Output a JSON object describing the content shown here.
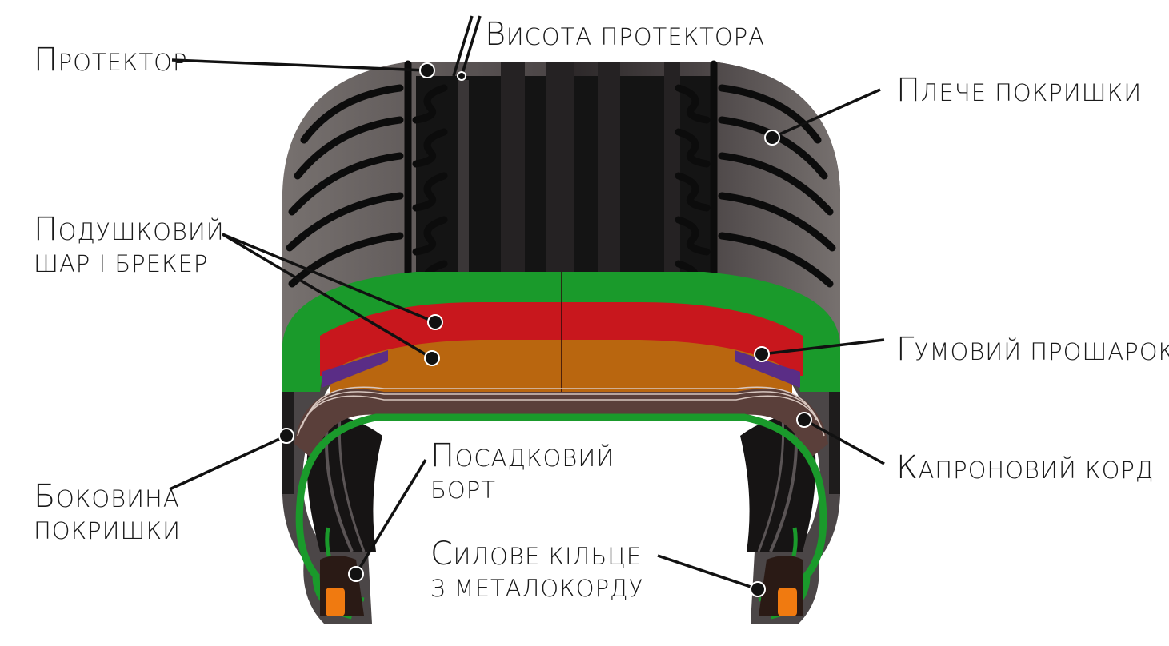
{
  "labels": {
    "tread": {
      "first": "П",
      "rest": "РОТЕКТОР"
    },
    "tread_height": {
      "first": "В",
      "rest": "ИСОТА ПРОТЕКТОРА"
    },
    "shoulder": {
      "first": "П",
      "rest": "ЛЕЧЕ ПОКРИШКИ"
    },
    "cushion_line1": {
      "first": "П",
      "rest": "ОДУШКОВИЙ"
    },
    "cushion_line2": {
      "rest": "ШАР І БРЕКЕР"
    },
    "rubber_layer": {
      "first": "Г",
      "rest": "УМОВИЙ ПРОШАРОК"
    },
    "nylon_cord": {
      "first": "К",
      "rest": "АПРОНОВИЙ КОРД"
    },
    "sidewall_line1": {
      "first": "Б",
      "rest": "ОКОВИНА"
    },
    "sidewall_line2": {
      "rest": "ПОКРИШКИ"
    },
    "bead_line1": {
      "first": "П",
      "rest": "ОСАДКОВИЙ"
    },
    "bead_line2": {
      "rest": "БОРТ"
    },
    "ring_line1": {
      "first": "С",
      "rest": "ИЛОВЕ КІЛЬЦЕ"
    },
    "ring_line2": {
      "rest": "З МЕТАЛОКОРДУ"
    }
  },
  "colors": {
    "rubber": "#2e2a2b",
    "groove": "#0c0c0c",
    "cushion_green": "#1a9a2b",
    "breaker_red": "#c8171d",
    "breaker_orange": "#b9660f",
    "rubber_layer_purple": "#5a2d86",
    "bead_core": "#f07a10"
  }
}
